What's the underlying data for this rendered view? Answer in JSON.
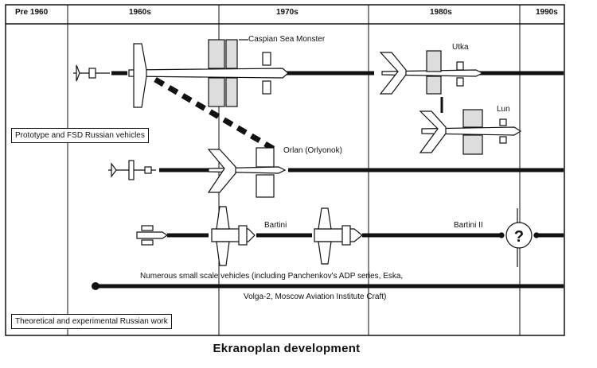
{
  "diagram": {
    "periods": [
      "Pre 1960",
      "1960s",
      "1970s",
      "1980s",
      "1990s"
    ],
    "vehicles": {
      "caspian": "Caspian Sea Monster",
      "utka": "Utka",
      "lun": "Lun",
      "orlan": "Orlan (Orlyonok)",
      "bartini": "Bartini",
      "bartini2": "Bartini II"
    },
    "boxes": {
      "prototype": "Prototype and FSD Russian vehicles",
      "theoretical": "Theoretical and experimental Russian work"
    },
    "note_line1": "Numerous small scale vehicles (including Panchenkov's ADP series, Eska,",
    "note_line2": "Volga-2, Moscow Aviation Institute Craft)",
    "caption": "Ekranoplan development"
  }
}
